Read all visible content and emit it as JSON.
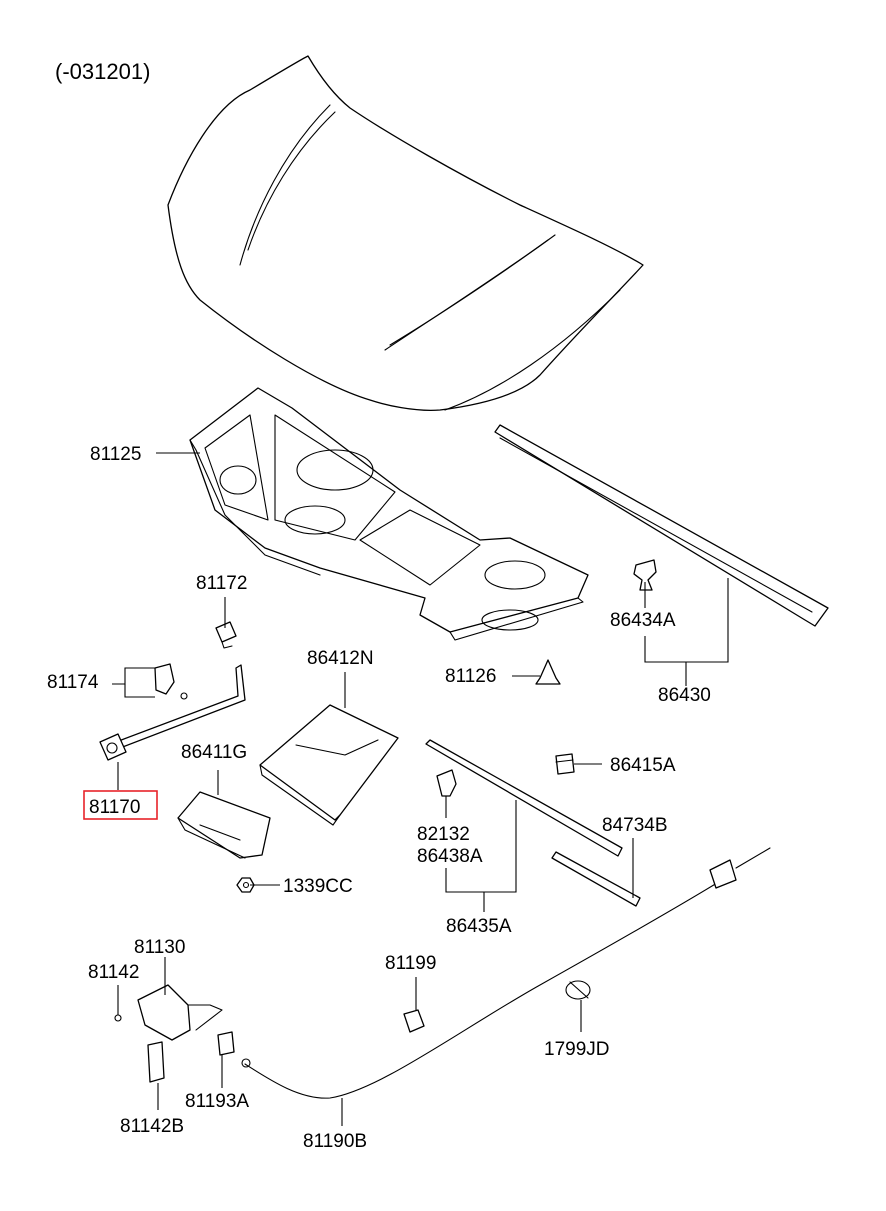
{
  "diagram": {
    "date_note": "(-031201)",
    "highlight_color": "#e8232a",
    "highlighted_part": "81170",
    "parts": {
      "p81125": "81125",
      "p81172": "81172",
      "p81174": "81174",
      "p81170": "81170",
      "p86412N": "86412N",
      "p86411G": "86411G",
      "p1339CC": "1339CC",
      "p81126": "81126",
      "p86434A": "86434A",
      "p86430": "86430",
      "p86415A": "86415A",
      "p82132": "82132",
      "p86438A": "86438A",
      "p84734B": "84734B",
      "p86435A": "86435A",
      "p81130": "81130",
      "p81142": "81142",
      "p81199": "81199",
      "p1799JD": "1799JD",
      "p81142B": "81142B",
      "p81193A": "81193A",
      "p81190B": "81190B"
    }
  }
}
